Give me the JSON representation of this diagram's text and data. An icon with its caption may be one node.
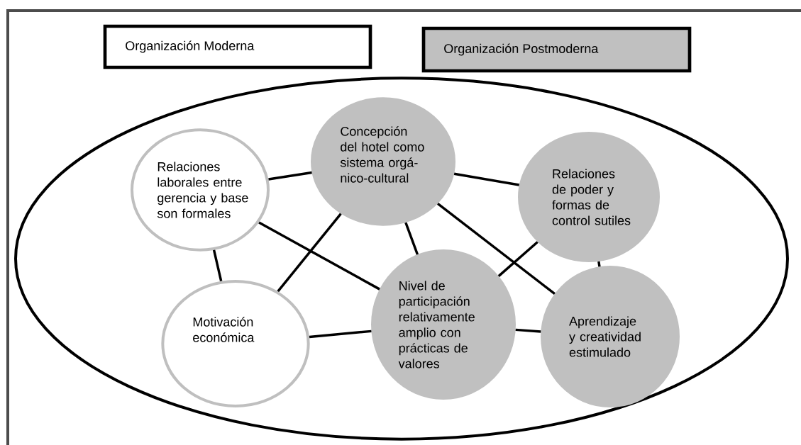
{
  "diagram": {
    "nodes": [
      {
        "text": [],
        "shape": "ellipse"
      },
      {
        "text": [
          "Relaciones laborales entre gerencia y base son formales"
        ],
        "in": 0
      },
      {
        "text": [
          "Concepción del hotel como sistema orgá- nico-cultural"
        ],
        "in": 0
      },
      {
        "text": [
          "Relaciones de poder y formas de control sutiles"
        ],
        "in": 0
      },
      {
        "text": [
          "Motivación económica"
        ],
        "in": 0
      },
      {
        "text": [
          "Nivel de participación relativamente amplio con prácticas de valores"
        ],
        "in": 0
      },
      {
        "text": [
          "Aprendizaje y creatividad estimulado"
        ],
        "in": 0
      }
    ],
    "edges": [
      {
        "from": 1,
        "to": 2,
        "arrow": "none"
      },
      {
        "from": 2,
        "to": 3,
        "arrow": "none"
      },
      {
        "from": 1,
        "to": 4,
        "arrow": "none"
      },
      {
        "from": 1,
        "to": 5,
        "arrow": "none"
      },
      {
        "from": 2,
        "to": 4,
        "arrow": "none"
      },
      {
        "from": 2,
        "to": 5,
        "arrow": "none"
      },
      {
        "from": 2,
        "to": 6,
        "arrow": "none"
      },
      {
        "from": 3,
        "to": 5,
        "arrow": "none"
      },
      {
        "from": 3,
        "to": 6,
        "arrow": "none"
      },
      {
        "from": 4,
        "to": 5,
        "arrow": "none"
      },
      {
        "from": 5,
        "to": 6,
        "arrow": "none"
      }
    ],
    "legend": [
      {
        "text": "Organización Moderna"
      },
      {
        "text": "Organización Postmoderna",
        "color": "#c0c0c0"
      }
    ]
  }
}
